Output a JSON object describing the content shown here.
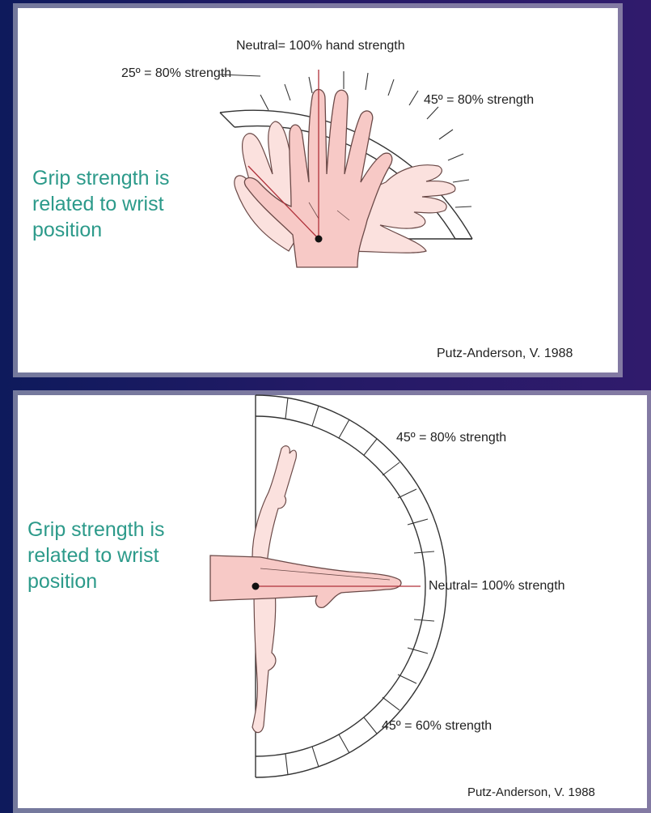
{
  "top_panel": {
    "caption": "Grip strength is related to wrist position",
    "label_neutral": "Neutral= 100% hand strength",
    "label_left": "25º = 80% strength",
    "label_right": "45º = 80% strength",
    "credit": "Putz-Anderson, V. 1988"
  },
  "bottom_panel": {
    "caption": "Grip strength is related to wrist position",
    "label_upper": "45º = 80% strength",
    "label_neutral": "Neutral= 100% strength",
    "label_lower": "45º = 60% strength",
    "credit": "Putz-Anderson, V. 1988"
  },
  "colors": {
    "caption_text": "#2c9a8a",
    "hand_fill": "#f7c9c6",
    "hand_fill_light": "#fbe1de",
    "pointer_line": "#b0313a",
    "protractor": "#333333"
  }
}
